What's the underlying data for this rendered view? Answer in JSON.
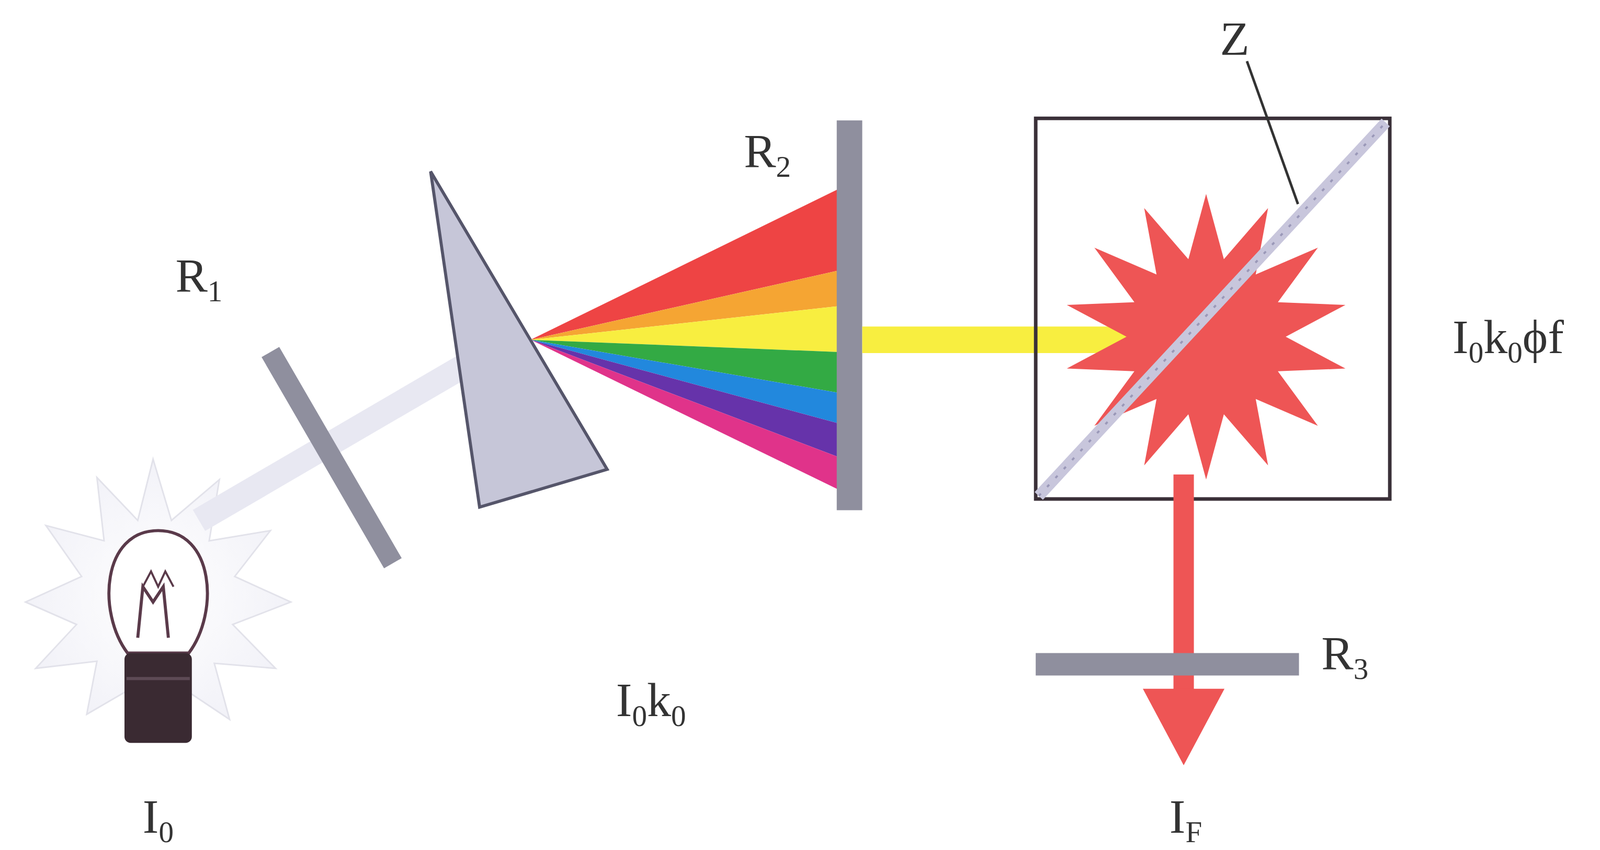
{
  "diagram": {
    "labels": [
      "R1",
      "R2",
      "Z",
      "I0k0ϕf",
      "R3",
      "I0k0",
      "I0",
      "IF"
    ]
  }
}
